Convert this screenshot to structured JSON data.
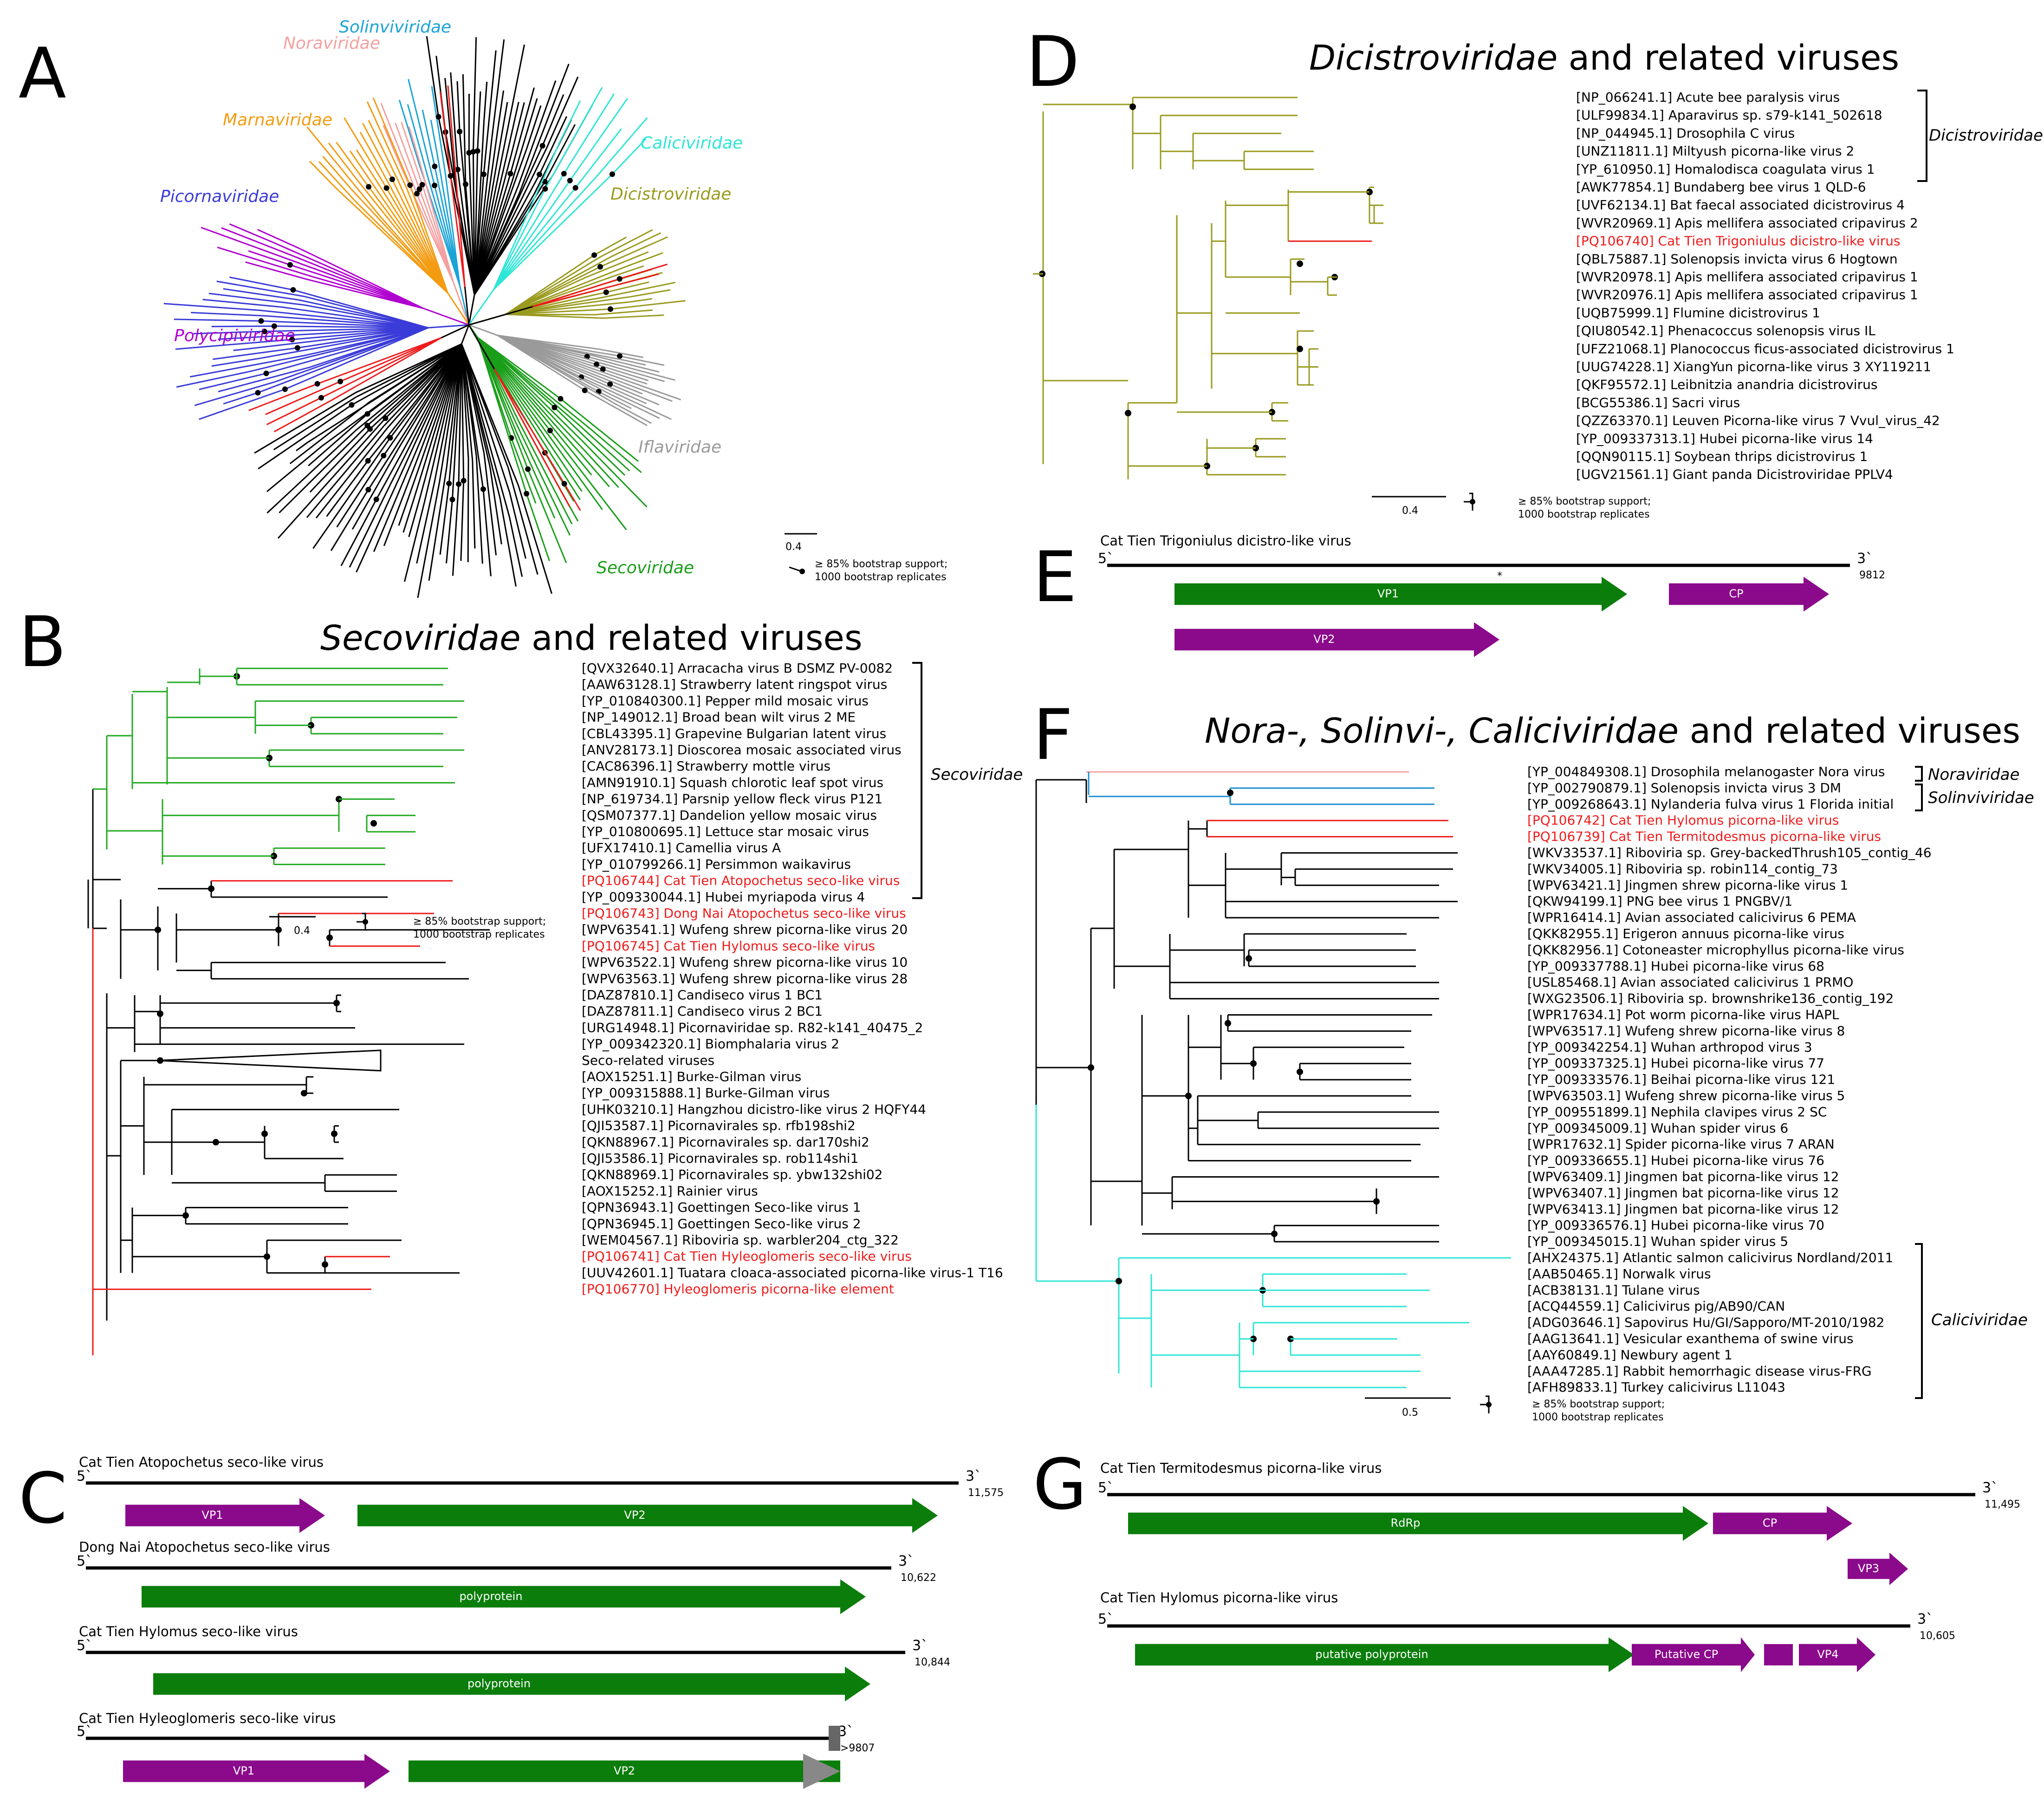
{
  "panels": {
    "A": {
      "letter": "A",
      "families": [
        {
          "name": "Solinviviridae",
          "color": "#1aa3d6"
        },
        {
          "name": "Noraviridae",
          "color": "#f4a0a0"
        },
        {
          "name": "Marnaviridae",
          "color": "#f39c12"
        },
        {
          "name": "Caliciviridae",
          "color": "#2ee6d6"
        },
        {
          "name": "Picornaviridae",
          "color": "#3b3bd9"
        },
        {
          "name": "Dicistroviridae",
          "color": "#9a9a1e"
        },
        {
          "name": "Polycipiviridae",
          "color": "#b000d0"
        },
        {
          "name": "Iflaviridae",
          "color": "#9a9a9a"
        },
        {
          "name": "Secoviridae",
          "color": "#1a9e1a"
        }
      ],
      "scale": "0.4",
      "bootstrap": [
        "≥ 85% bootstrap support;",
        "1000 bootstrap replicates"
      ]
    },
    "B": {
      "letter": "B",
      "title_italic": "Secoviridae",
      "title_rest": " and related viruses",
      "bracket_label": "Secoviridae",
      "tips": [
        {
          "text": "[QVX32640.1] Arracacha virus B DSMZ PV-0082",
          "red": false
        },
        {
          "text": "[AAW63128.1] Strawberry latent ringspot virus",
          "red": false
        },
        {
          "text": "[YP_010840300.1] Pepper mild mosaic virus",
          "red": false
        },
        {
          "text": "[NP_149012.1] Broad bean wilt virus 2 ME",
          "red": false
        },
        {
          "text": "[CBL43395.1] Grapevine Bulgarian latent virus",
          "red": false
        },
        {
          "text": "[ANV28173.1] Dioscorea mosaic associated virus",
          "red": false
        },
        {
          "text": "[CAC86396.1] Strawberry mottle virus",
          "red": false
        },
        {
          "text": "[AMN91910.1] Squash chlorotic leaf spot virus",
          "red": false
        },
        {
          "text": "[NP_619734.1] Parsnip yellow fleck virus P121",
          "red": false
        },
        {
          "text": "[QSM07377.1] Dandelion yellow mosaic virus",
          "red": false
        },
        {
          "text": "[YP_010800695.1] Lettuce star mosaic virus",
          "red": false
        },
        {
          "text": "[UFX17410.1] Camellia virus A",
          "red": false
        },
        {
          "text": "[YP_010799266.1] Persimmon waikavirus",
          "red": false
        },
        {
          "text": "[PQ106744] Cat Tien Atopochetus seco-like virus",
          "red": true
        },
        {
          "text": "[YP_009330044.1] Hubei myriapoda virus 4",
          "red": false
        },
        {
          "text": "[PQ106743] Dong Nai Atopochetus seco-like virus",
          "red": true
        },
        {
          "text": "[WPV63541.1] Wufeng shrew picorna-like virus 20",
          "red": false
        },
        {
          "text": "[PQ106745] Cat Tien Hylomus seco-like virus",
          "red": true
        },
        {
          "text": "[WPV63522.1] Wufeng shrew picorna-like virus 10",
          "red": false
        },
        {
          "text": "[WPV63563.1] Wufeng shrew picorna-like virus 28",
          "red": false
        },
        {
          "text": "[DAZ87810.1] Candiseco virus 1 BC1",
          "red": false
        },
        {
          "text": "[DAZ87811.1] Candiseco virus 2 BC1",
          "red": false
        },
        {
          "text": "[URG14948.1] Picornaviridae sp. R82-k141_40475_2",
          "red": false
        },
        {
          "text": "[YP_009342320.1] Biomphalaria virus 2",
          "red": false
        },
        {
          "text": "Seco-related viruses",
          "red": false
        },
        {
          "text": "[AOX15251.1] Burke-Gilman virus",
          "red": false
        },
        {
          "text": "[YP_009315888.1] Burke-Gilman virus",
          "red": false
        },
        {
          "text": "[UHK03210.1] Hangzhou dicistro-like virus 2 HQFY44",
          "red": false
        },
        {
          "text": "[QJI53587.1] Picornavirales sp. rfb198shi2",
          "red": false
        },
        {
          "text": "[QKN88967.1] Picornavirales sp. dar170shi2",
          "red": false
        },
        {
          "text": "[QJI53586.1] Picornavirales sp. rob114shi1",
          "red": false
        },
        {
          "text": "[QKN88969.1] Picornavirales sp. ybw132shi02",
          "red": false
        },
        {
          "text": "[AOX15252.1] Rainier virus",
          "red": false
        },
        {
          "text": "[QPN36943.1] Goettingen Seco-like virus 1",
          "red": false
        },
        {
          "text": "[QPN36945.1] Goettingen Seco-like virus 2",
          "red": false
        },
        {
          "text": "[WEM04567.1] Riboviria sp. warbler204_ctg_322",
          "red": false
        },
        {
          "text": "[PQ106741] Cat Tien Hyleoglomeris seco-like virus",
          "red": true
        },
        {
          "text": "[UUV42601.1] Tuatara cloaca-associated picorna-like virus-1 T16",
          "red": false
        },
        {
          "text": "[PQ106770] Hyleoglomeris picorna-like element",
          "red": true
        }
      ],
      "scale": "0.4",
      "bootstrap": [
        "≥ 85% bootstrap support;",
        "1000 bootstrap replicates"
      ]
    },
    "C": {
      "letter": "C",
      "genomes": [
        {
          "name": "Cat Tien Atopochetus seco-like virus",
          "five": "5`",
          "three": "3`",
          "length": "11,575",
          "genes": [
            {
              "label": "VP1",
              "color": "#8b0a8b"
            },
            {
              "label": "VP2",
              "color": "#0b7d0b"
            }
          ]
        },
        {
          "name": "Dong Nai Atopochetus seco-like virus",
          "five": "5`",
          "three": "3`",
          "length": "10,622",
          "genes": [
            {
              "label": "polyprotein",
              "color": "#0b7d0b"
            }
          ]
        },
        {
          "name": "Cat Tien Hylomus seco-like virus",
          "five": "5`",
          "three": "3`",
          "length": "10,844",
          "genes": [
            {
              "label": "polyprotein",
              "color": "#0b7d0b"
            }
          ]
        },
        {
          "name": "Cat Tien Hyleoglomeris seco-like virus",
          "five": "5`",
          "three": "3`",
          "length": ">9807",
          "genes": [
            {
              "label": "VP1",
              "color": "#8b0a8b"
            },
            {
              "label": "VP2",
              "color": "#0b7d0b"
            }
          ]
        }
      ]
    },
    "D": {
      "letter": "D",
      "title_italic": "Dicistroviridae",
      "title_rest": " and related viruses",
      "bracket_label": "Dicistroviridae",
      "tips": [
        {
          "text": "[NP_066241.1] Acute bee paralysis virus",
          "red": false
        },
        {
          "text": "[ULF99834.1] Aparavirus sp. s79-k141_502618",
          "red": false
        },
        {
          "text": "[NP_044945.1] Drosophila C virus",
          "red": false
        },
        {
          "text": "[UNZ11811.1] Miltyush picorna-like virus 2",
          "red": false
        },
        {
          "text": "[YP_610950.1] Homalodisca coagulata virus 1",
          "red": false
        },
        {
          "text": "[AWK77854.1] Bundaberg bee virus 1 QLD-6",
          "red": false
        },
        {
          "text": "[UVF62134.1] Bat faecal associated dicistrovirus 4",
          "red": false
        },
        {
          "text": "[WVR20969.1] Apis mellifera associated cripavirus 2",
          "red": false
        },
        {
          "text": "[PQ106740] Cat Tien Trigoniulus dicistro-like virus",
          "red": true
        },
        {
          "text": "[QBL75887.1] Solenopsis invicta virus 6 Hogtown",
          "red": false
        },
        {
          "text": "[WVR20978.1] Apis mellifera associated cripavirus 1",
          "red": false
        },
        {
          "text": "[WVR20976.1] Apis mellifera associated cripavirus 1",
          "red": false
        },
        {
          "text": "[UQB75999.1] Flumine dicistrovirus 1",
          "red": false
        },
        {
          "text": "[QIU80542.1] Phenacoccus solenopsis virus IL",
          "red": false
        },
        {
          "text": "[UFZ21068.1] Planococcus ficus-associated dicistrovirus 1",
          "red": false
        },
        {
          "text": "[UUG74228.1] XiangYun picorna-like virus 3 XY119211",
          "red": false
        },
        {
          "text": "[QKF95572.1] Leibnitzia anandria dicistrovirus",
          "red": false
        },
        {
          "text": "[BCG55386.1] Sacri virus",
          "red": false
        },
        {
          "text": "[QZZ63370.1] Leuven Picorna-like virus 7 Vvul_virus_42",
          "red": false
        },
        {
          "text": "[YP_009337313.1] Hubei picorna-like virus 14",
          "red": false
        },
        {
          "text": "[QQN90115.1] Soybean thrips dicistrovirus 1",
          "red": false
        },
        {
          "text": "[UGV21561.1] Giant panda Dicistroviridae PPLV4",
          "red": false
        }
      ],
      "scale": "0.4",
      "bootstrap": [
        "≥ 85% bootstrap support;",
        "1000 bootstrap replicates"
      ]
    },
    "E": {
      "letter": "E",
      "genome": {
        "name": "Cat Tien Trigoniulus dicistro-like virus",
        "five": "5`",
        "three": "3`",
        "length": "9812",
        "star": "*",
        "genes": [
          {
            "label": "VP1",
            "color": "#0b7d0b"
          },
          {
            "label": "CP",
            "color": "#8b0a8b"
          },
          {
            "label": "VP2",
            "color": "#8b0a8b"
          }
        ]
      }
    },
    "F": {
      "letter": "F",
      "title_italic": "Nora-, Solinvi-, Caliciviridae",
      "title_rest": " and related viruses",
      "bracket_labels": [
        "Noraviridae",
        "Solinviviridae",
        "Caliciviridae"
      ],
      "tips": [
        {
          "text": "[YP_004849308.1] Drosophila melanogaster Nora virus",
          "red": false
        },
        {
          "text": "[YP_002790879.1] Solenopsis invicta virus 3 DM",
          "red": false
        },
        {
          "text": "[YP_009268643.1] Nylanderia fulva virus 1 Florida initial",
          "red": false
        },
        {
          "text": "[PQ106742] Cat Tien Hylomus picorna-like virus",
          "red": true
        },
        {
          "text": "[PQ106739] Cat Tien Termitodesmus picorna-like virus",
          "red": true
        },
        {
          "text": "[WKV33537.1] Riboviria sp. Grey-backedThrush105_contig_46",
          "red": false
        },
        {
          "text": "[WKV34005.1] Riboviria sp. robin114_contig_73",
          "red": false
        },
        {
          "text": "[WPV63421.1] Jingmen shrew picorna-like virus 1",
          "red": false
        },
        {
          "text": "[QKW94199.1] PNG bee virus 1 PNGBV/1",
          "red": false
        },
        {
          "text": "[WPR16414.1] Avian associated calicivirus 6 PEMA",
          "red": false
        },
        {
          "text": "[QKK82955.1] Erigeron annuus picorna-like virus",
          "red": false
        },
        {
          "text": "[QKK82956.1] Cotoneaster microphyllus picorna-like virus",
          "red": false
        },
        {
          "text": "[YP_009337788.1] Hubei picorna-like virus 68",
          "red": false
        },
        {
          "text": "[USL85468.1] Avian associated calicivirus 1 PRMO",
          "red": false
        },
        {
          "text": "[WXG23506.1] Riboviria sp. brownshrike136_contig_192",
          "red": false
        },
        {
          "text": "[WPR17634.1] Pot worm picorna-like virus HAPL",
          "red": false
        },
        {
          "text": "[WPV63517.1] Wufeng shrew picorna-like virus 8",
          "red": false
        },
        {
          "text": "[YP_009342254.1] Wuhan arthropod virus 3",
          "red": false
        },
        {
          "text": "[YP_009337325.1] Hubei picorna-like virus 77",
          "red": false
        },
        {
          "text": "[YP_009333576.1] Beihai picorna-like virus 121",
          "red": false
        },
        {
          "text": "[WPV63503.1] Wufeng shrew picorna-like virus 5",
          "red": false
        },
        {
          "text": "[YP_009551899.1] Nephila clavipes virus 2 SC",
          "red": false
        },
        {
          "text": "[YP_009345009.1] Wuhan spider virus 6",
          "red": false
        },
        {
          "text": "[WPR17632.1] Spider picorna-like virus 7 ARAN",
          "red": false
        },
        {
          "text": "[YP_009336655.1] Hubei picorna-like virus 76",
          "red": false
        },
        {
          "text": "[WPV63409.1] Jingmen bat picorna-like virus 12",
          "red": false
        },
        {
          "text": "[WPV63407.1] Jingmen bat picorna-like virus 12",
          "red": false
        },
        {
          "text": "[WPV63413.1] Jingmen bat picorna-like virus 12",
          "red": false
        },
        {
          "text": "[YP_009336576.1] Hubei picorna-like virus 70",
          "red": false
        },
        {
          "text": "[YP_009345015.1] Wuhan spider virus 5",
          "red": false
        },
        {
          "text": "[AHX24375.1] Atlantic salmon calicivirus Nordland/2011",
          "red": false
        },
        {
          "text": "[AAB50465.1] Norwalk virus",
          "red": false
        },
        {
          "text": "[ACB38131.1] Tulane virus",
          "red": false
        },
        {
          "text": "[ACQ44559.1] Calicivirus pig/AB90/CAN",
          "red": false
        },
        {
          "text": "[ADG03646.1] Sapovirus Hu/GI/Sapporo/MT-2010/1982",
          "red": false
        },
        {
          "text": "[AAG13641.1] Vesicular exanthema of swine virus",
          "red": false
        },
        {
          "text": "[AAY60849.1] Newbury agent 1",
          "red": false
        },
        {
          "text": "[AAA47285.1] Rabbit hemorrhagic disease virus-FRG",
          "red": false
        },
        {
          "text": "[AFH89833.1] Turkey calicivirus L11043",
          "red": false
        }
      ],
      "scale": "0.5",
      "bootstrap": [
        "≥ 85% bootstrap support;",
        "1000 bootstrap replicates"
      ]
    },
    "G": {
      "letter": "G",
      "genomes": [
        {
          "name": "Cat Tien Termitodesmus picorna-like virus",
          "five": "5`",
          "three": "3`",
          "length": "11,495",
          "genes": [
            {
              "label": "RdRp",
              "color": "#0b7d0b"
            },
            {
              "label": "CP",
              "color": "#8b0a8b"
            },
            {
              "label": "VP3",
              "color": "#8b0a8b"
            }
          ]
        },
        {
          "name": "Cat Tien Hylomus picorna-like virus",
          "five": "5`",
          "three": "3`",
          "length": "10,605",
          "genes": [
            {
              "label": "putative polyprotein",
              "color": "#0b7d0b"
            },
            {
              "label": "Putative CP",
              "color": "#8b0a8b"
            },
            {
              "label": "",
              "color": "#8b0a8b"
            },
            {
              "label": "VP4",
              "color": "#8b0a8b"
            }
          ]
        }
      ]
    }
  }
}
